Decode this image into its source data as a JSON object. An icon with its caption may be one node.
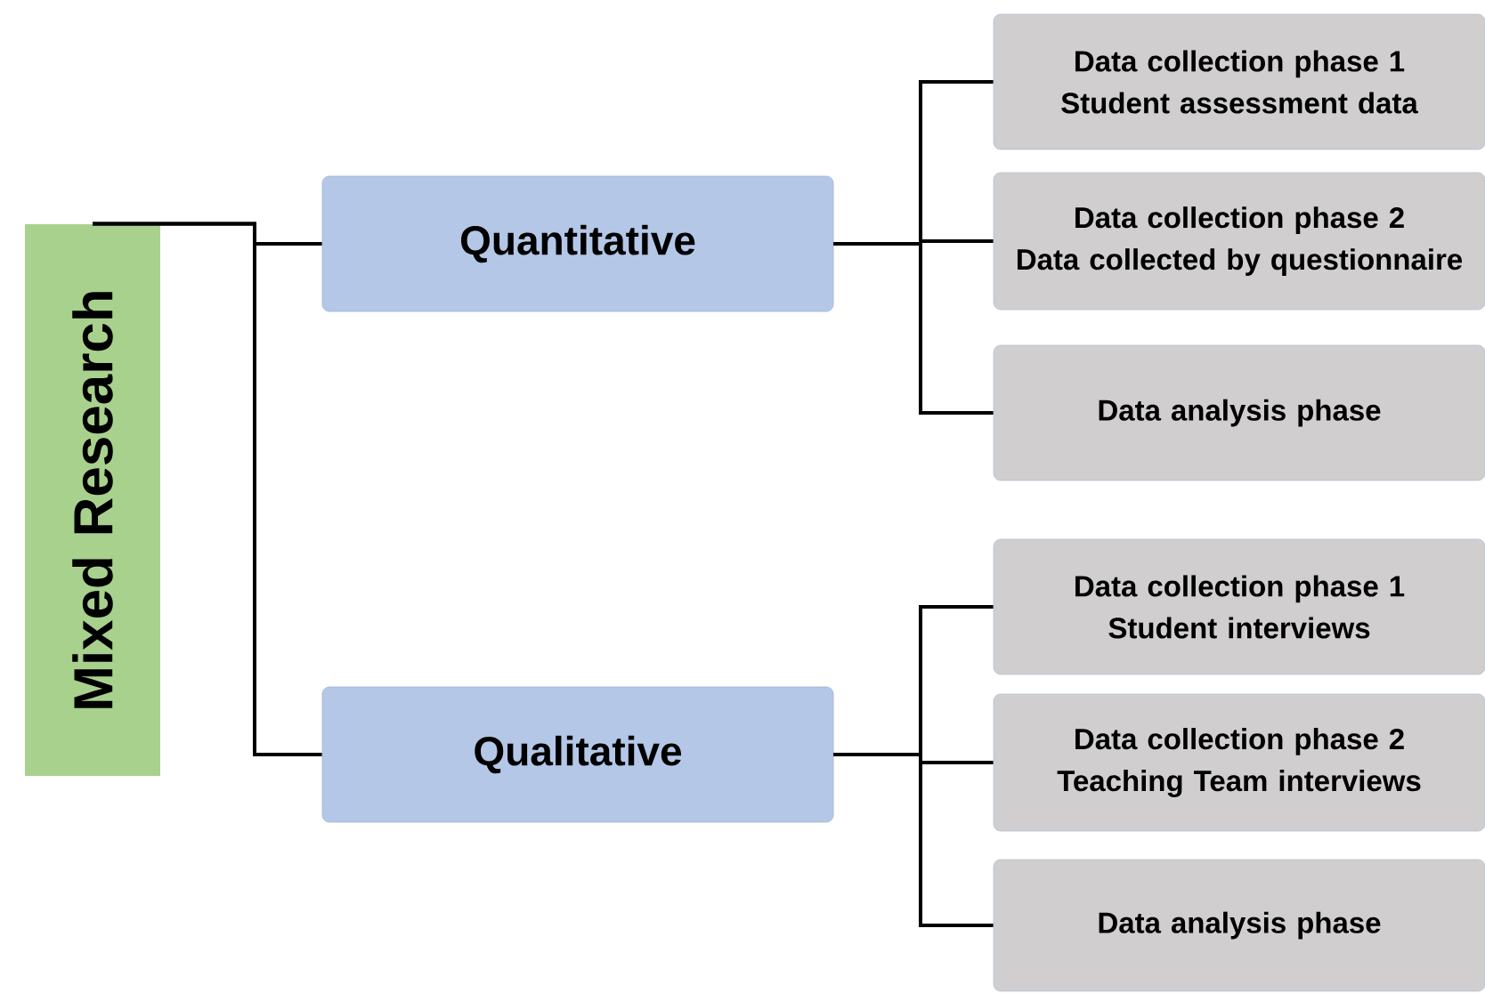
{
  "diagram": {
    "nodes": [
      {
        "text": [
          "Mixed Research"
        ]
      },
      {
        "text": [
          "Quantitative"
        ]
      },
      {
        "text": [
          "Data collection phase 1",
          "Student assessment data"
        ]
      },
      {
        "text": [
          "Data collection phase 2",
          "Data collected by questionnaire"
        ]
      },
      {
        "text": [
          "Data analysis phase"
        ]
      },
      {
        "text": [
          "Qualitative"
        ]
      },
      {
        "text": [
          "Data collection phase 1",
          "Student interviews"
        ]
      },
      {
        "text": [
          "Data collection phase 2",
          "Teaching Team interviews"
        ]
      },
      {
        "text": [
          "Data analysis phase"
        ]
      }
    ],
    "edges": [
      {
        "from": 0,
        "to": 1,
        "arrow": "none"
      },
      {
        "from": 0,
        "to": 5,
        "arrow": "none"
      },
      {
        "from": 1,
        "to": 2,
        "arrow": "none"
      },
      {
        "from": 1,
        "to": 3,
        "arrow": "none"
      },
      {
        "from": 1,
        "to": 4,
        "arrow": "none"
      },
      {
        "from": 5,
        "to": 6,
        "arrow": "none"
      },
      {
        "from": 5,
        "to": 7,
        "arrow": "none"
      },
      {
        "from": 5,
        "to": 8,
        "arrow": "none"
      }
    ]
  }
}
